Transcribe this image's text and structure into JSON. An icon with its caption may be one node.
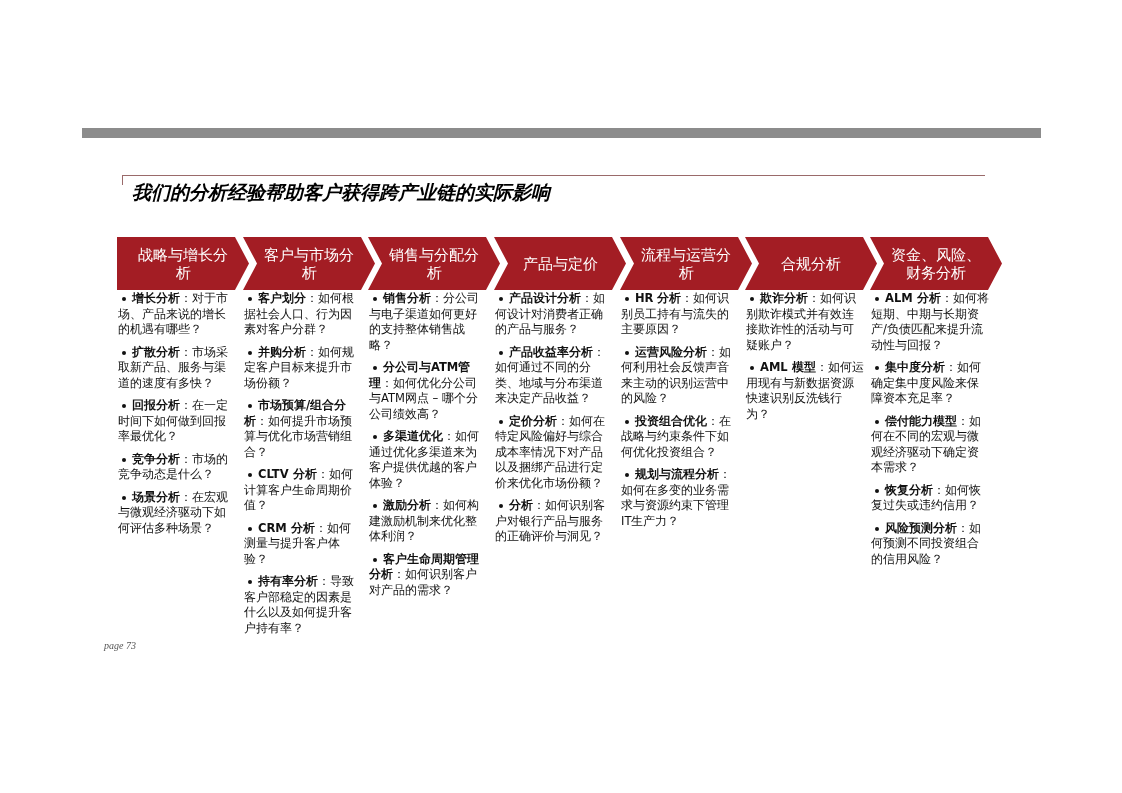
{
  "diagram": {
    "title": "我们的分析经验帮助客户获得跨产业链的实际影响",
    "nodes": [
      {
        "text": [
          "战略与增长分析"
        ],
        "beside": [
          "**增长分析**：对于市场、产品来说的增长的机遇有哪些？",
          "**扩散分析**：市场采取新产品、服务与渠道的速度有多快？",
          "**回报分析**：在一定时间下如何做到回报率最优化？",
          "**竞争分析**：市场的竞争动态是什么？",
          "**场景分析**：在宏观与微观经济驱动下如何评估多种场景？"
        ]
      },
      {
        "text": [
          "客户与市场分析"
        ],
        "beside": [
          "**客户划分**：如何根据社会人口、行为因素对客户分群？",
          "**并购分析**：如何规定客户目标来提升市场份额？",
          "**市场预算/组合分析**：如何提升市场预算与优化市场营销组合？",
          "**CLTV 分析**：如何计算客户生命周期价值？",
          "**CRM 分析**：如何测量与提升客户体验？",
          "**持有率分析**：导致客户部稳定的因素是什么以及如何提升客户持有率？"
        ]
      },
      {
        "text": [
          "销售与分配分析"
        ],
        "beside": [
          "**销售分析**：分公司与电子渠道如何更好的支持整体销售战略？",
          "**分公司与ATM管理**：如何优化分公司与ATM网点 – 哪个分公司绩效高？",
          "**多渠道优化**：如何通过优化多渠道来为客户提供优越的客户体验？",
          "**激励分析**：如何构建激励机制来优化整体利润？",
          "**客户生命周期管理分析**：如何识别客户对产品的需求？"
        ]
      },
      {
        "text": [
          "产品与定价"
        ],
        "beside": [
          "**产品设计分析**：如何设计对消费者正确的产品与服务？",
          "**产品收益率分析**：如何通过不同的分类、地域与分布渠道来决定产品收益？",
          "**定价分析**：如何在特定风险偏好与综合成本率情况下对产品以及捆绑产品进行定价来优化市场份额？",
          "**分析**：如何识别客户对银行产品与服务的正确评价与洞见？"
        ]
      },
      {
        "text": [
          "流程与运营分析"
        ],
        "beside": [
          "**HR 分析**：如何识别员工持有与流失的主要原因？",
          "**运营风险分析**：如何利用社会反馈声音来主动的识别运营中的风险？",
          "**投资组合优化**：在战略与约束条件下如何优化投资组合？",
          "**规划与流程分析**：如何在多变的业务需求与资源约束下管理IT生产力？"
        ]
      },
      {
        "text": [
          "合规分析"
        ],
        "beside": [
          "**欺诈分析**：如何识别欺诈模式并有效连接欺诈性的活动与可疑账户？",
          "**AML 模型**：如何运用现有与新数据资源快速识别反洗钱行为？"
        ]
      },
      {
        "text": [
          "资金、风险、财务分析"
        ],
        "beside": [
          "**ALM 分析**：如何将短期、中期与长期资产/负债匹配来提升流动性与回报？",
          "**集中度分析**：如何确定集中度风险来保障资本充足率？",
          "**偿付能力模型**：如何在不同的宏观与微观经济驱动下确定资本需求？",
          "**恢复分析**：如何恢复过失或违约信用？",
          "**风险预测分析**：如何预测不同投资组合的信用风险？"
        ]
      }
    ],
    "labels": [
      "page 73"
    ]
  }
}
